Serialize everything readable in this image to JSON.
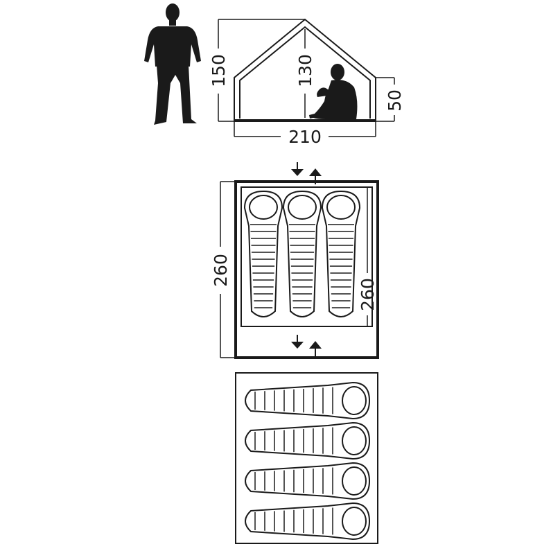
{
  "side_view": {
    "outer_height": "150",
    "inner_height": "130",
    "wall_height": "50",
    "width": "210"
  },
  "plan_view": {
    "length_outer": "260",
    "length_inner": "260"
  },
  "sleeping_bags": {
    "plan_view_count": 3,
    "alt_layout_count": 4
  },
  "colors": {
    "line": "#1a1a1a",
    "background": "#ffffff"
  },
  "icons": [
    "standing-person-icon",
    "sitting-person-icon",
    "entrance-arrows-icon"
  ]
}
